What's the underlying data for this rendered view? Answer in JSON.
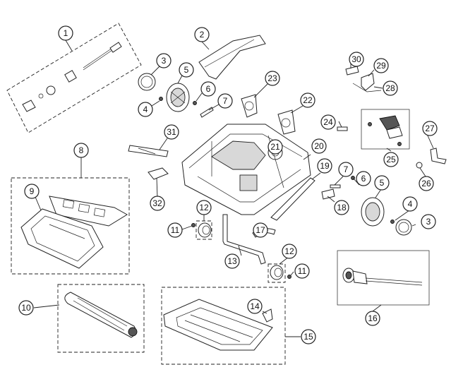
{
  "diagram": {
    "callouts": [
      "1",
      "2",
      "3",
      "4",
      "5",
      "6",
      "7",
      "8",
      "9",
      "10",
      "11",
      "12",
      "13",
      "14",
      "15",
      "16",
      "17",
      "18",
      "19",
      "20",
      "21",
      "22",
      "23",
      "24",
      "25",
      "26",
      "27",
      "28",
      "29",
      "30",
      "31",
      "32"
    ],
    "callout_repeats": [
      "3",
      "4",
      "5",
      "6",
      "7",
      "11",
      "12"
    ]
  }
}
